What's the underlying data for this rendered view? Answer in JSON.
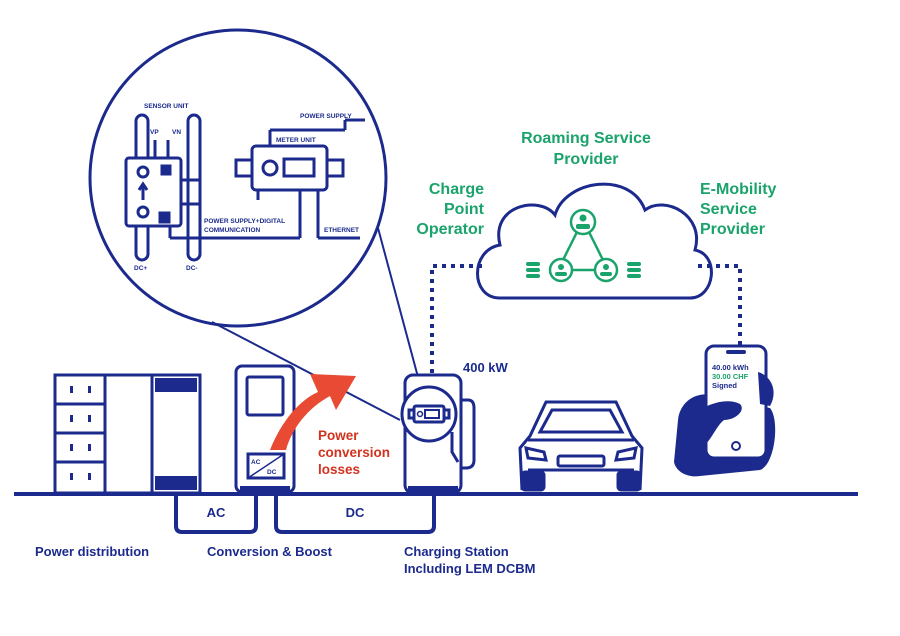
{
  "colors": {
    "navy": "#1b2a8c",
    "green": "#1aa36b",
    "red": "#d2321e",
    "arrow": "#e84a33"
  },
  "cloud": {
    "roaming": [
      "Roaming Service",
      "Provider"
    ],
    "cpo": [
      "Charge",
      "Point",
      "Operator"
    ],
    "emsp": [
      "E-Mobility",
      "Service",
      "Provider"
    ]
  },
  "zoom": {
    "sensor_unit": "SENSOR UNIT",
    "vp": "VP",
    "vn": "VN",
    "power_supply": "POWER SUPPLY",
    "meter_unit": "METER UNIT",
    "ps_digital": [
      "POWER SUPPLY+DIGITAL",
      "COMMUNICATION"
    ],
    "ethernet": "ETHERNET",
    "dc_plus": "DC+",
    "dc_minus": "DC-"
  },
  "charger_power": "400 kW",
  "converter": {
    "ac": "AC",
    "dc": "DC"
  },
  "losses": [
    "Power",
    "conversion",
    "losses"
  ],
  "phone": {
    "energy": "40.00 kWh",
    "price": "30.00 CHF",
    "status": "Signed"
  },
  "buses": {
    "ac": "AC",
    "dc": "DC"
  },
  "captions": {
    "distribution": "Power distribution",
    "conversion": "Conversion & Boost",
    "station": [
      "Charging Station",
      "Including LEM DCBM"
    ]
  }
}
